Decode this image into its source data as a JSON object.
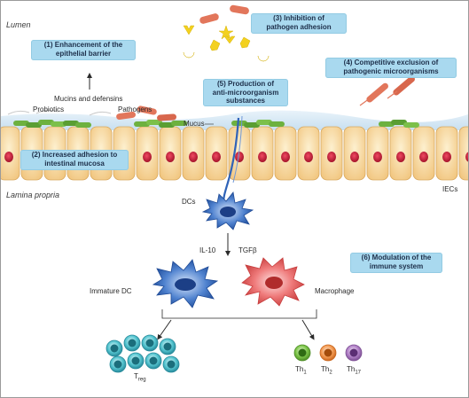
{
  "regions": {
    "lumen": "Lumen",
    "lamina_propria": "Lamina propria"
  },
  "boxes": {
    "box1": {
      "line1": "(1) Enhancement of the",
      "line2": "epithelial barrier"
    },
    "box2": {
      "line1": "(2) Increased adhesion to",
      "line2": "intestinal mucosa"
    },
    "box3": {
      "line1": "(3) Inhibition of",
      "line2": "pathogen adhesion"
    },
    "box4": {
      "line1": "(4) Competitive exclusion of",
      "line2": "pathogenic microorganisms"
    },
    "box5": {
      "line1": "(5) Production of",
      "line2": "anti-microorganism",
      "line3": "substances"
    },
    "box6": {
      "line1": "(6) Modulation of the",
      "line2": "immune system"
    }
  },
  "labels": {
    "mucins": "Mucins and defensins",
    "probiotics": "Probiotics",
    "pathogens": "Pathogens",
    "mucus": "Mucus",
    "iecs": "IECs",
    "dcs": "DCs",
    "il10": "IL-10",
    "tgfb": "TGFβ",
    "immature_dc": "Immature DC",
    "macrophage": "Macrophage",
    "treg_T": "T",
    "treg_sub": "reg",
    "th1_T": "Th",
    "th1_sub": "1",
    "th2_T": "Th",
    "th2_sub": "2",
    "th17_T": "Th",
    "th17_sub": "17"
  },
  "colors": {
    "box_fill": "#a9d9ef",
    "cell_fill": "#f6d69a",
    "nucleus": "#c21a36",
    "probiotic_green": "#6db13f",
    "pathogen_red": "#e2765b",
    "dc_blue": "#2f63b8",
    "macrophage_red": "#e55a5a",
    "treg_teal": "#3fb5c2",
    "th1_green": "#6fb83f",
    "th2_orange": "#f08a3c",
    "th17_purple": "#a06ab8"
  }
}
